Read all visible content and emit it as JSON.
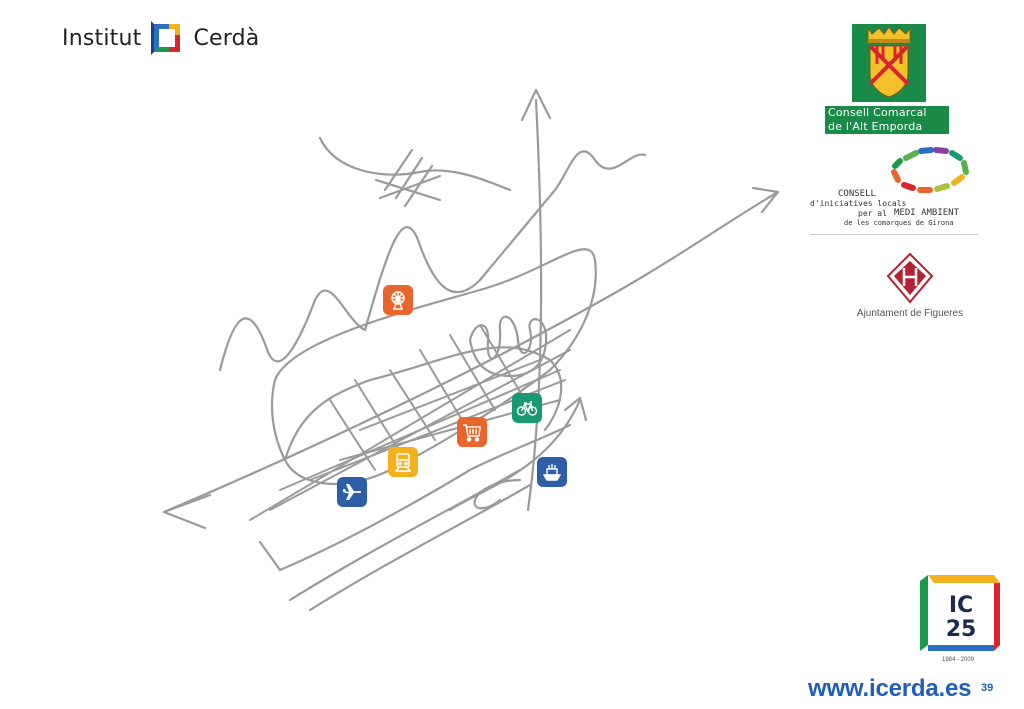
{
  "header": {
    "brand_left": "Institut",
    "brand_right": "Cerdà"
  },
  "sketch": {
    "icons": [
      {
        "name": "ferris-wheel-icon",
        "color": "#e8652b"
      },
      {
        "name": "bicycle-icon",
        "color": "#1a9a74"
      },
      {
        "name": "shopping-cart-icon",
        "color": "#e8652b"
      },
      {
        "name": "train-icon",
        "color": "#f3b21c"
      },
      {
        "name": "ship-icon",
        "color": "#2f5ea8"
      },
      {
        "name": "airplane-icon",
        "color": "#2f5ea8"
      }
    ]
  },
  "logos": {
    "consell_comarcal": {
      "line1": "Consell Comarcal",
      "line2": "de l'Alt Emporda",
      "color": "#1a8a48"
    },
    "cilma": {
      "line1": "CONSELL",
      "line2": "d'iniciatives locals",
      "line3": "per al",
      "line4": "MEDI AMBIENT",
      "line5": "de les comarques de Girona"
    },
    "figueres": {
      "label": "Ajuntament de Figueres",
      "color": "#b22234"
    },
    "ic25": {
      "line1": "IC",
      "line2": "25",
      "years": "1984 - 2009"
    }
  },
  "footer": {
    "url": "www.icerda.es",
    "page_number": "39"
  }
}
